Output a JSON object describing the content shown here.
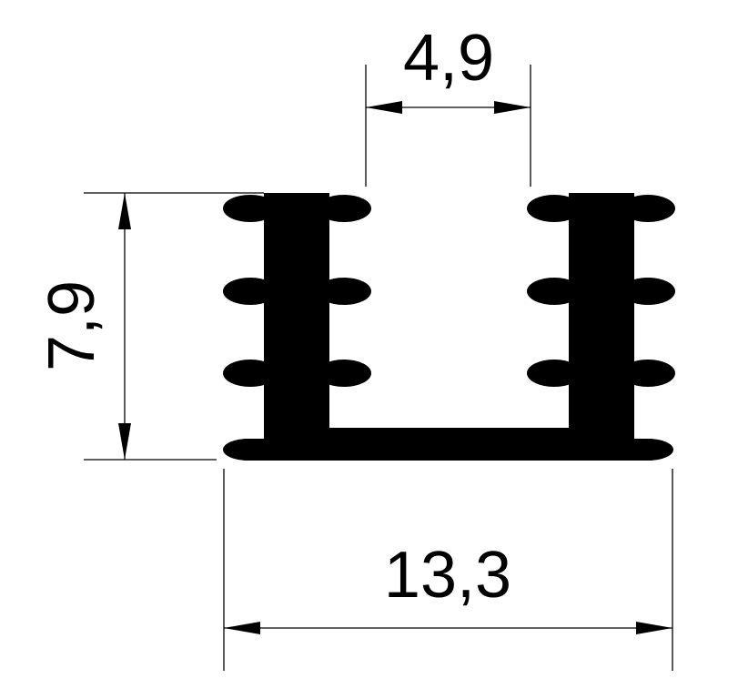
{
  "drawing": {
    "dimensions": {
      "top_width": "4,9",
      "overall_height": "7,9",
      "overall_width": "13,3"
    },
    "colors": {
      "profile": "#000000",
      "lines": "#000000",
      "background": "#ffffff"
    }
  }
}
